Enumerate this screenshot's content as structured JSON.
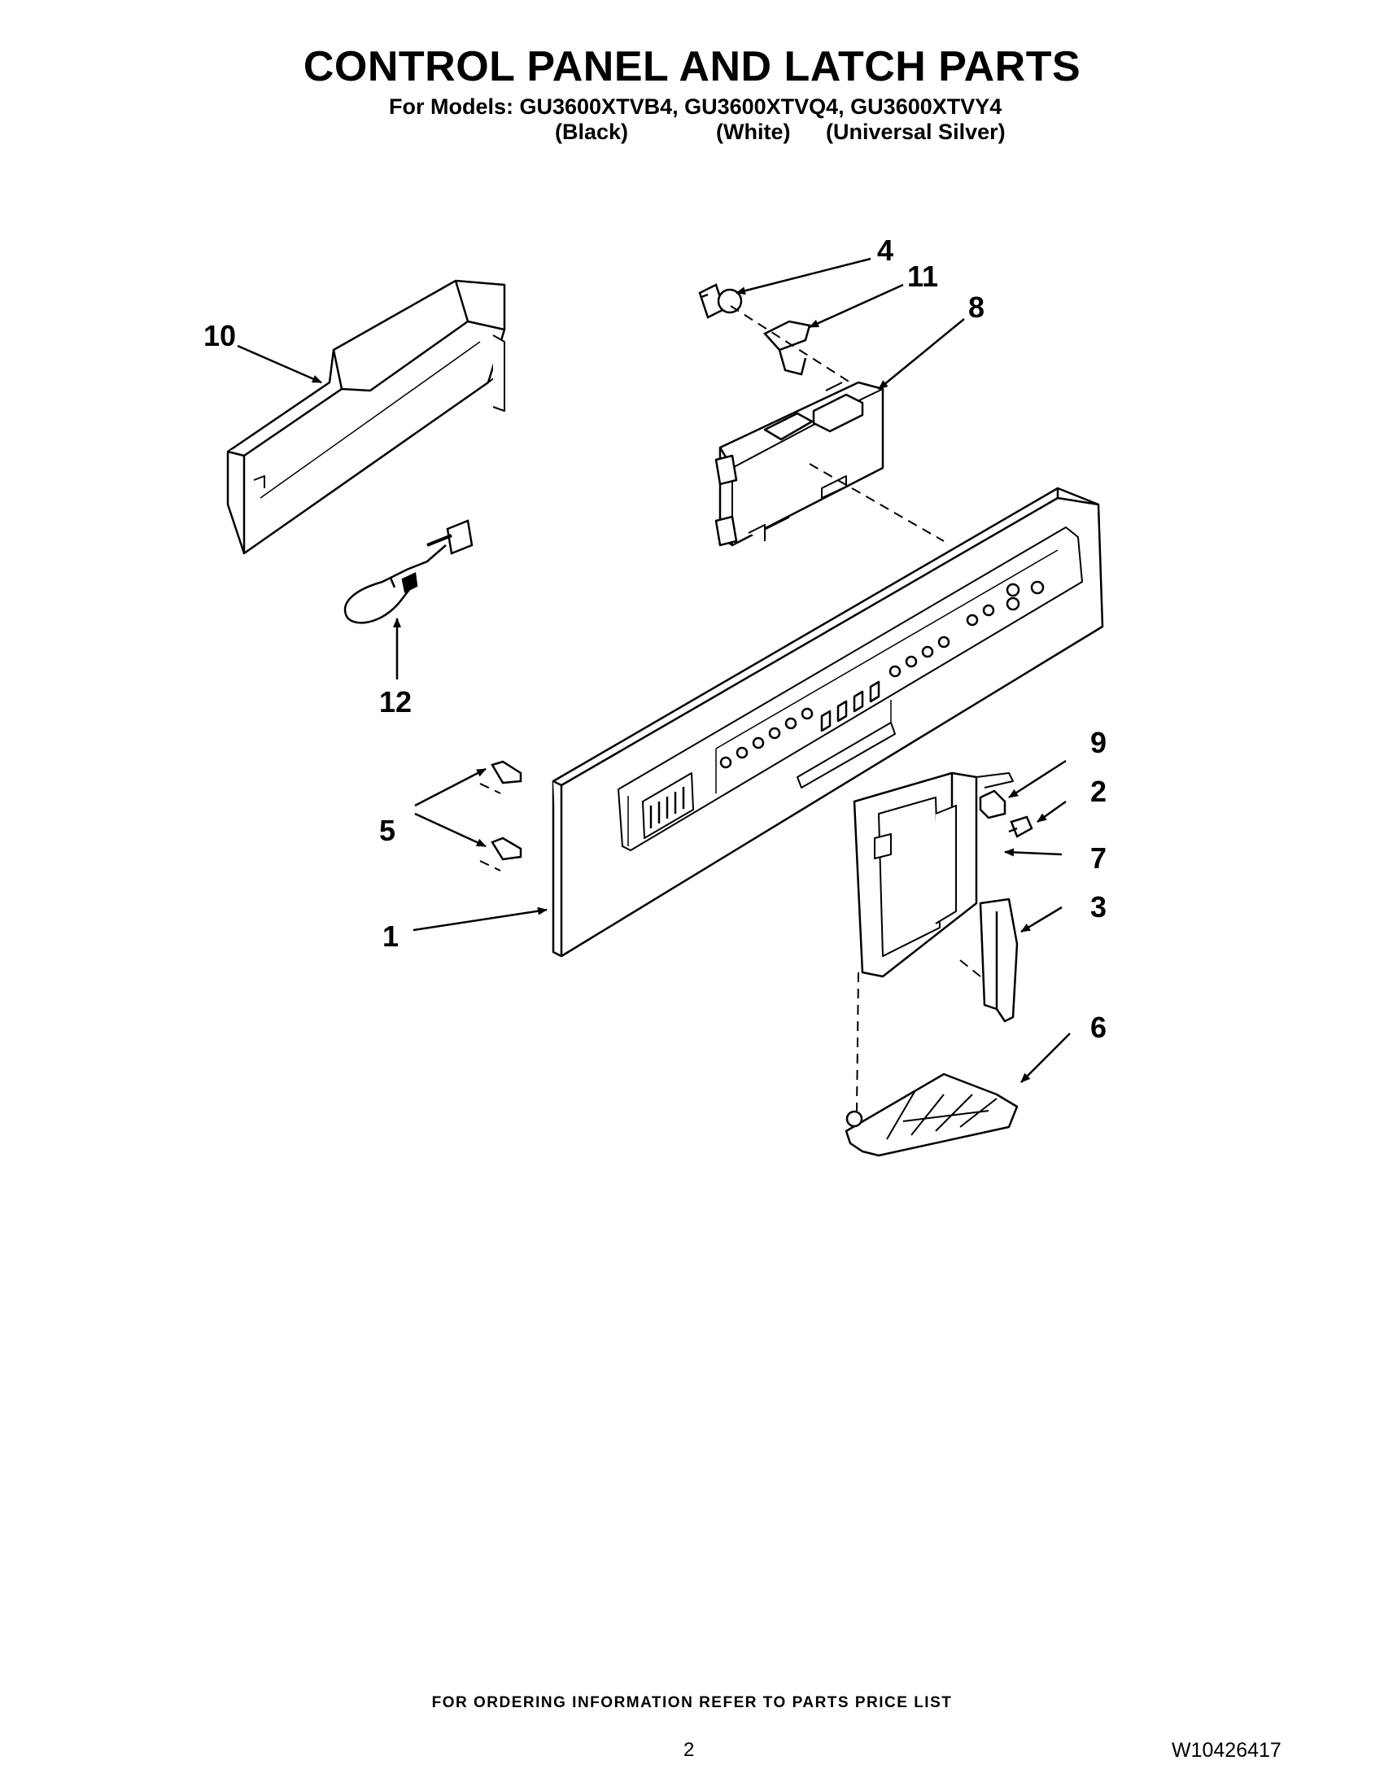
{
  "header": {
    "title": "CONTROL PANEL AND LATCH PARTS",
    "models_line": "For Models: GU3600XTVB4, GU3600XTVQ4, GU3600XTVY4",
    "colors": [
      "(Black)",
      "(White)",
      "(Universal Silver)"
    ]
  },
  "callouts": {
    "c1": "1",
    "c2": "2",
    "c3": "3",
    "c4": "4",
    "c5": "5",
    "c6": "6",
    "c7": "7",
    "c8": "8",
    "c9": "9",
    "c10": "10",
    "c11": "11",
    "c12": "12"
  },
  "footer": {
    "ordering_note": "FOR ORDERING INFORMATION REFER TO PARTS PRICE LIST",
    "page_number": "2",
    "document_number": "W10426417"
  }
}
